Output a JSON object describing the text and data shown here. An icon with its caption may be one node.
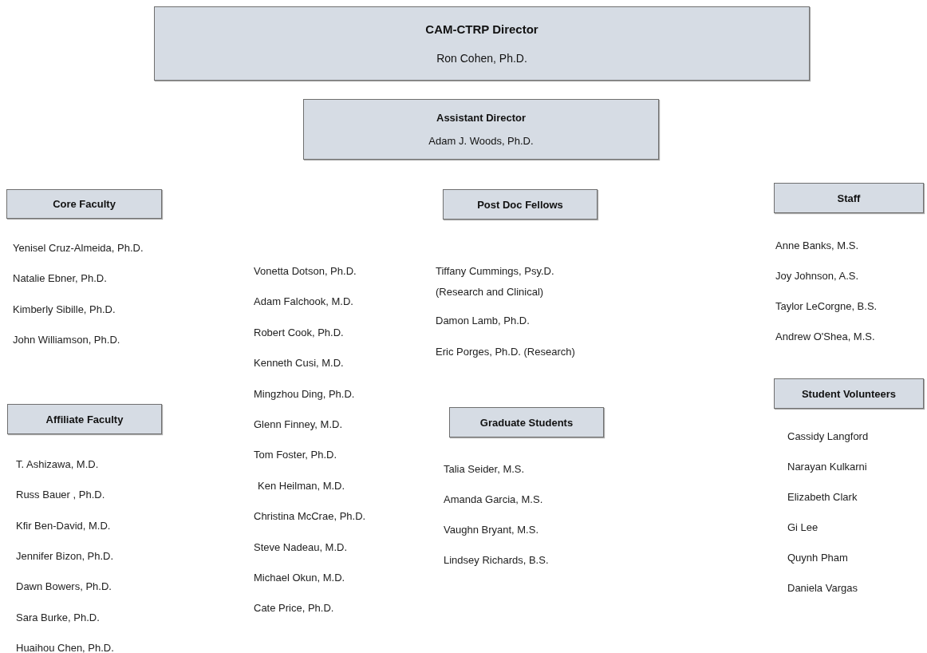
{
  "diagram": {
    "nodes": [
      {
        "text": [
          "CAM-CTRP Director",
          "Ron Cohen, Ph.D."
        ]
      },
      {
        "text": [
          "Assistant Director",
          "Adam J. Woods, Ph.D."
        ]
      },
      {
        "text": [
          "Core Faculty"
        ]
      },
      {
        "text": [
          "Post Doc Fellows"
        ]
      },
      {
        "text": [
          "Staff"
        ]
      },
      {
        "text": [
          "Affiliate Faculty"
        ]
      },
      {
        "text": [
          "Graduate Students"
        ]
      },
      {
        "text": [
          "Student Volunteers"
        ]
      }
    ],
    "labels": [
      "Yenisel Cruz-Almeida, Ph.D.",
      "Natalie Ebner, Ph.D.",
      "Kimberly Sibille, Ph.D.",
      "John Williamson, Ph.D.",
      "Vonetta Dotson, Ph.D.",
      "Adam Falchook, M.D.",
      "Robert Cook, Ph.D.",
      "Kenneth Cusi, M.D.",
      "Mingzhou Ding, Ph.D.",
      "Glenn Finney, M.D.",
      "Tom Foster, Ph.D.",
      "Ken Heilman, M.D.",
      "Christina McCrae, Ph.D.",
      "Steve Nadeau, M.D.",
      "Michael Okun, M.D.",
      "Cate Price, Ph.D.",
      "Tiffany Cummings, Psy.D. (Research and Clinical)",
      "Damon Lamb, Ph.D.",
      "Eric Porges, Ph.D. (Research)",
      "Anne Banks, M.S.",
      "Joy Johnson, A.S.",
      "Taylor LeCorgne, B.S.",
      "Andrew O'Shea, M.S.",
      "T. Ashizawa, M.D.",
      "Russ Bauer , Ph.D.",
      "Kfir Ben-David, M.D.",
      "Jennifer Bizon, Ph.D.",
      "Dawn Bowers, Ph.D.",
      "Sara Burke, Ph.D.",
      "Huaihou Chen, Ph.D.",
      "Talia Seider, M.S.",
      "Amanda Garcia, M.S.",
      "Vaughn Bryant, M.S.",
      "Lindsey Richards, B.S.",
      "Cassidy Langford",
      "Narayan Kulkarni",
      "Elizabeth Clark",
      "Gi Lee",
      "Quynh Pham",
      "Daniela Vargas"
    ]
  }
}
